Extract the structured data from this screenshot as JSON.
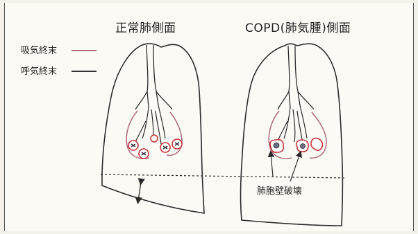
{
  "titles": {
    "normal": "正常肺側面",
    "copd": "COPD(肺気腫)側面"
  },
  "legend": {
    "inspiration": {
      "label": "吸気終末",
      "color": "#b0687e"
    },
    "expiration": {
      "label": "呼気終末",
      "color": "#333333"
    }
  },
  "annotation": {
    "alveolar_wall_destruction": "肺胞壁破壊"
  },
  "colors": {
    "ink": "#2a2a2a",
    "alveoli_outline": "#c8323a",
    "inspiration_curve": "#b0687e"
  }
}
